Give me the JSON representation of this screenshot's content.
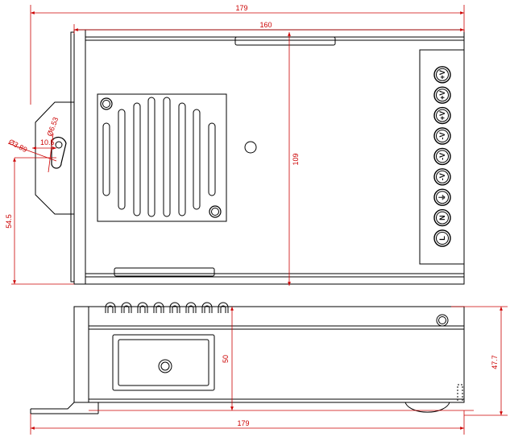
{
  "top_view": {
    "dimensions": {
      "overall_length": "179",
      "body_length": "160",
      "width": "109",
      "mount_offset": "54.5",
      "slot_spacing": "10.5",
      "hole_dia_left": "Ø3.89",
      "hole_dia_right": "Ø6.53"
    },
    "terminals": [
      "L",
      "N",
      "⏚",
      "-V",
      "-V",
      "-V",
      "+V",
      "+V",
      "+V"
    ]
  },
  "side_view": {
    "dimensions": {
      "overall_length": "179",
      "height": "50",
      "height_alt": "47.7"
    }
  },
  "colors": {
    "line": "#000000",
    "dimension": "#cc0000",
    "fill": "#ffffff"
  }
}
